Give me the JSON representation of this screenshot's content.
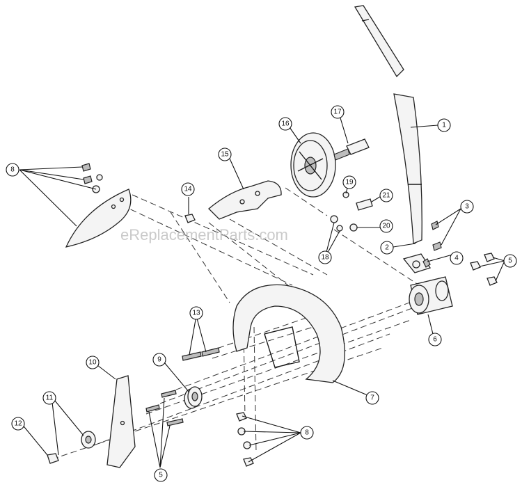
{
  "watermark": "eReplacementParts.com",
  "callouts": {
    "c1": "1",
    "c2": "2",
    "c3": "3",
    "c4": "4",
    "c5a": "5",
    "c5b": "5",
    "c6": "6",
    "c7": "7",
    "c8a": "8",
    "c8b": "8",
    "c9": "9",
    "c10": "10",
    "c11": "11",
    "c12": "12",
    "c13": "13",
    "c14": "14",
    "c15": "15",
    "c16": "16",
    "c17": "17",
    "c18": "18",
    "c19": "19",
    "c20": "20",
    "c21": "21"
  }
}
